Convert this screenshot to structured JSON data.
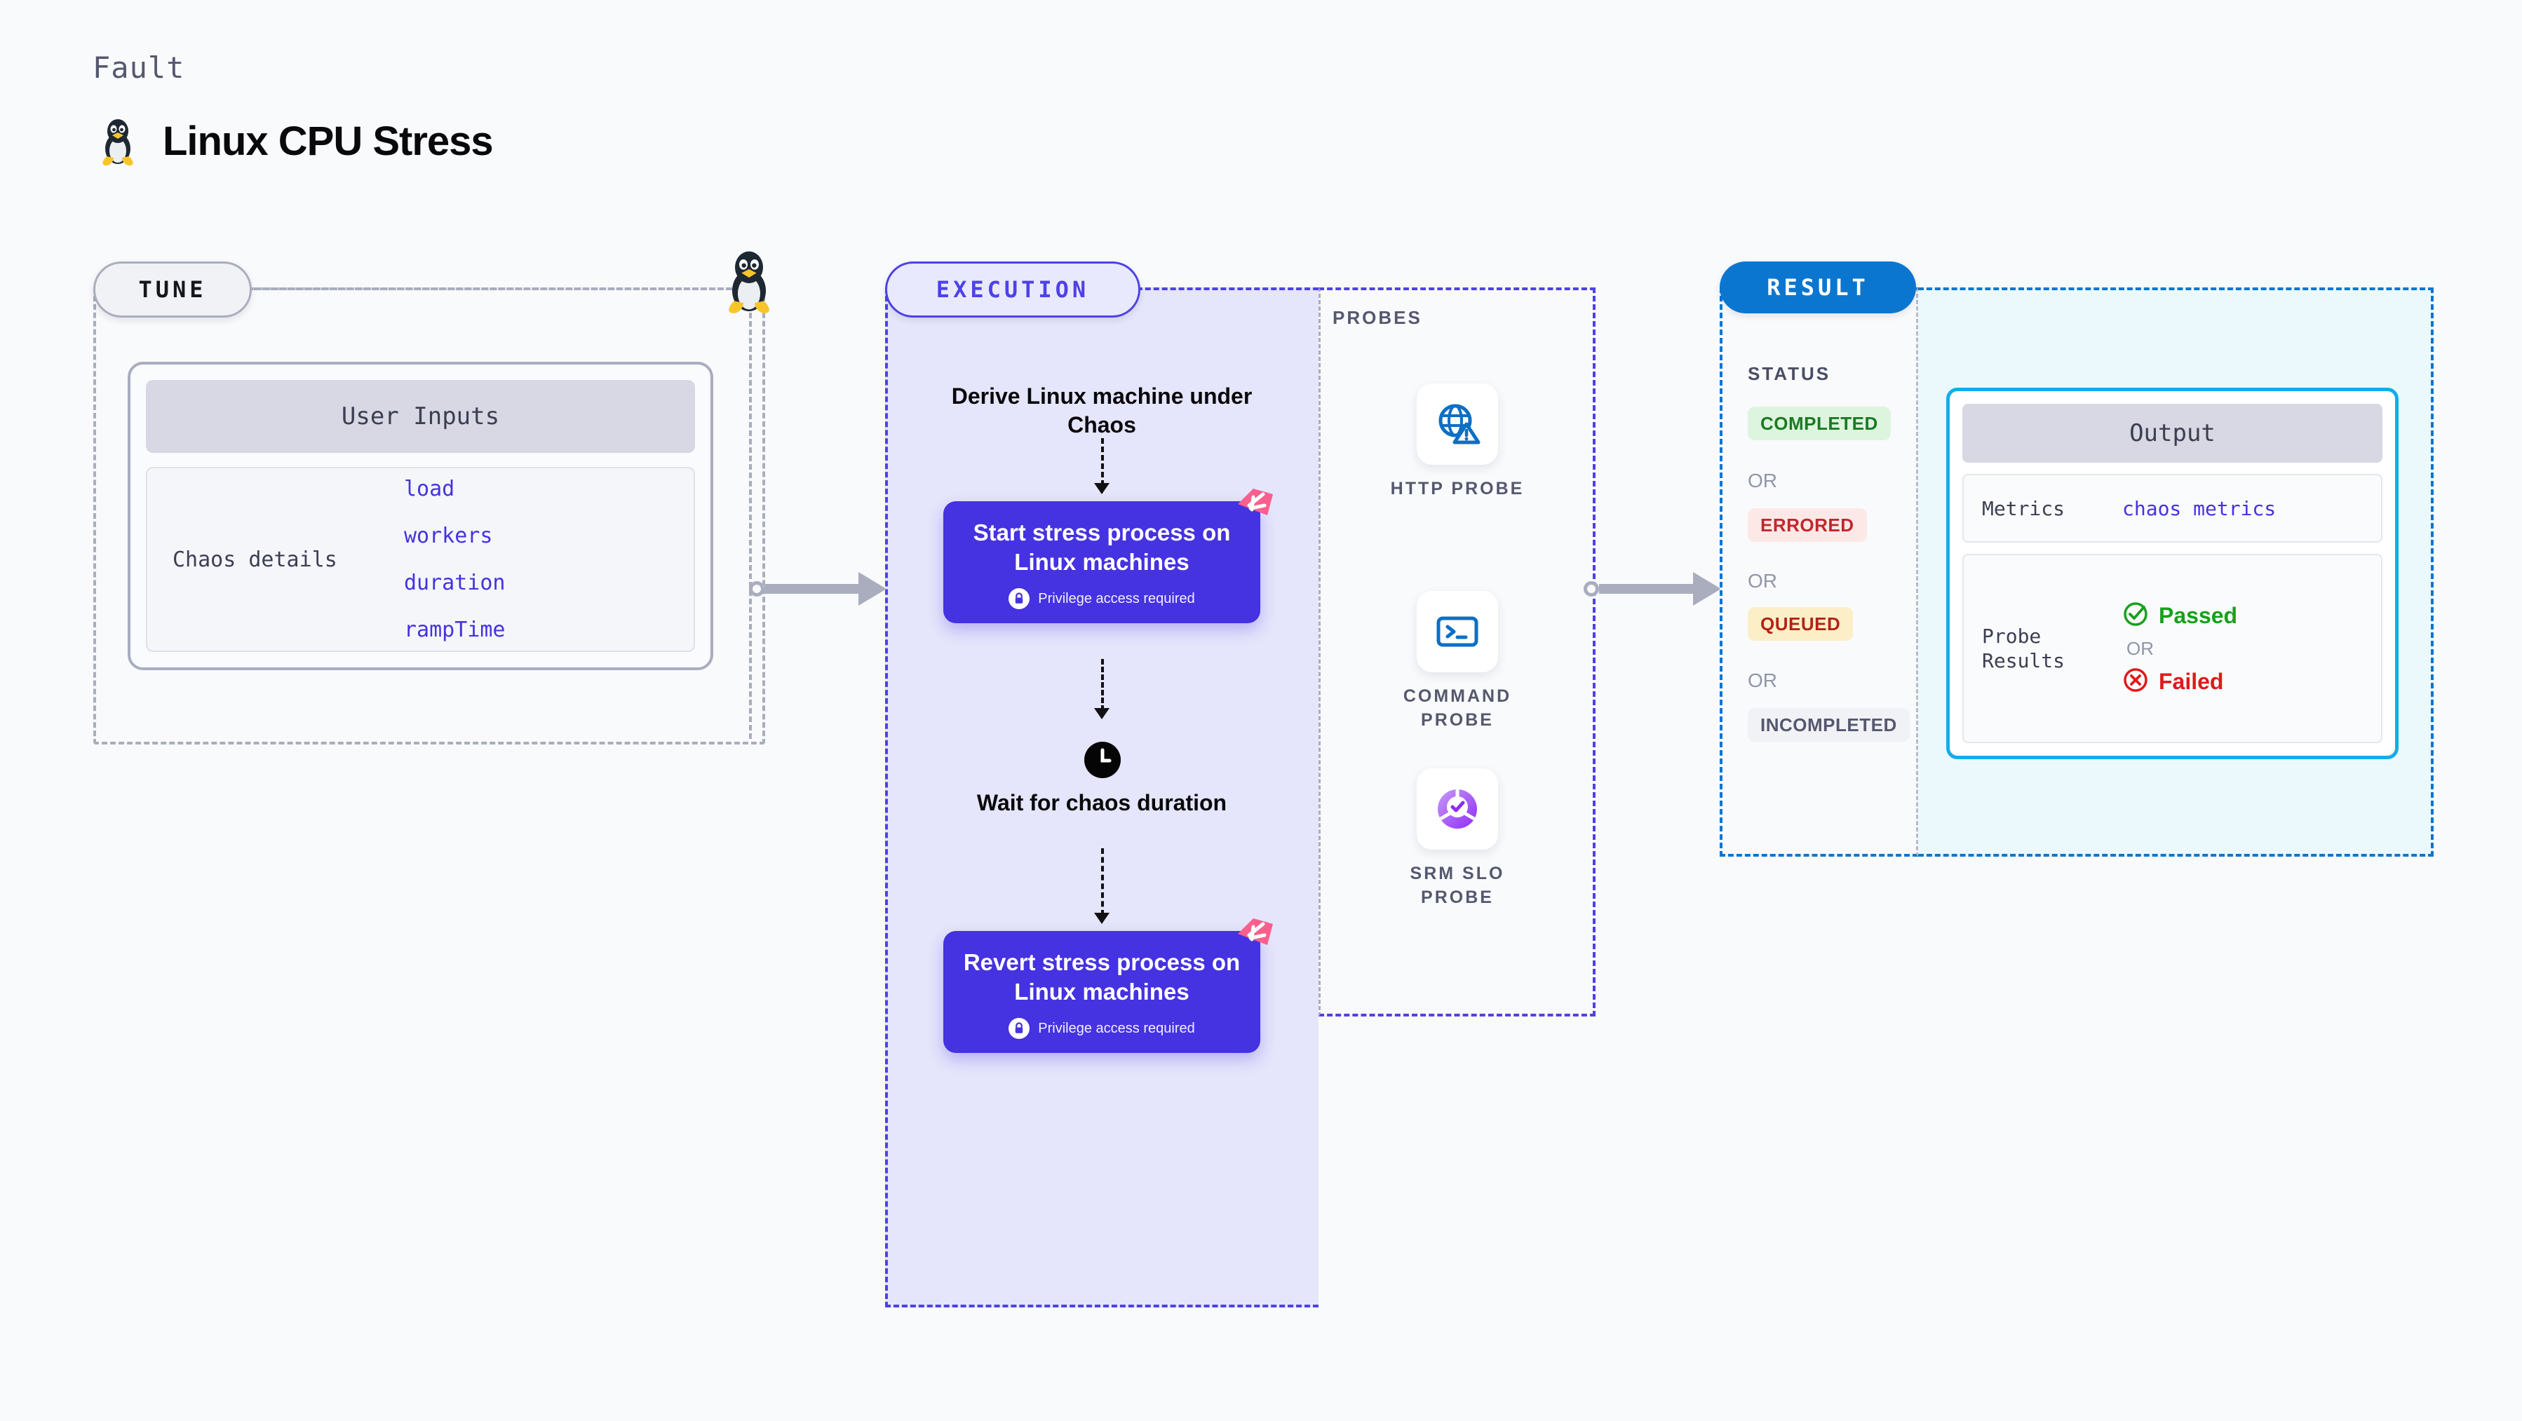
{
  "header": {
    "eyebrow": "Fault",
    "title": "Linux CPU Stress",
    "icon": "linux-penguin-icon"
  },
  "tune": {
    "pill_label": "TUNE",
    "card": {
      "header": "User Inputs",
      "detail_label": "Chaos details",
      "parameters": [
        "load",
        "workers",
        "duration",
        "rampTime"
      ]
    },
    "corner_icon": "linux-penguin-icon"
  },
  "execution": {
    "pill_label": "EXECUTION",
    "steps": [
      {
        "type": "label",
        "title": "Derive Linux machine under Chaos"
      },
      {
        "type": "action",
        "title": "Start stress process on Linux machines",
        "privilege_note": "Privilege access required",
        "badge_icon": "harness-logo-icon",
        "lock_icon": "lock-icon"
      },
      {
        "type": "wait",
        "title": "Wait for chaos duration",
        "icon": "clock-icon"
      },
      {
        "type": "action",
        "title": "Revert stress process on Linux machines",
        "privilege_note": "Privilege access required",
        "badge_icon": "harness-logo-icon",
        "lock_icon": "lock-icon"
      }
    ]
  },
  "probes": {
    "section_label": "PROBES",
    "items": [
      {
        "caption": "HTTP PROBE",
        "icon": "globe-warning-icon"
      },
      {
        "caption": "COMMAND PROBE",
        "icon": "terminal-icon"
      },
      {
        "caption": "SRM SLO PROBE",
        "icon": "slo-donut-check-icon"
      }
    ]
  },
  "result": {
    "pill_label": "RESULT",
    "status": {
      "section_label": "STATUS",
      "or_label": "OR",
      "badges": [
        {
          "label": "COMPLETED",
          "bg": "#DDF5DE",
          "fg": "#1B7A23"
        },
        {
          "label": "ERRORED",
          "bg": "#FDE8E8",
          "fg": "#C1272D"
        },
        {
          "label": "QUEUED",
          "bg": "#FCEFC7",
          "fg": "#B42318"
        },
        {
          "label": "INCOMPLETED",
          "bg": "#F1F2F6",
          "fg": "#55586E"
        }
      ]
    },
    "output": {
      "header": "Output",
      "metrics_label": "Metrics",
      "metrics_value": "chaos metrics",
      "probe_results_label": "Probe Results",
      "or_label": "OR",
      "passed_label": "Passed",
      "failed_label": "Failed",
      "passed_icon": "check-circle-icon",
      "failed_icon": "x-circle-icon"
    }
  },
  "colors": {
    "page_bg": "#F9FAFC",
    "indigo": "#4532E0",
    "indigo_border": "#4E42E4",
    "execution_bg": "#E5E5FB",
    "result_blue": "#0B76D0",
    "result_bg": "#EBF9FD",
    "output_border": "#12ADEA",
    "gray_border": "#A9ADBE",
    "pink_badge": "#FA5F8E",
    "green": "#17A01C",
    "red": "#E01A1A"
  }
}
